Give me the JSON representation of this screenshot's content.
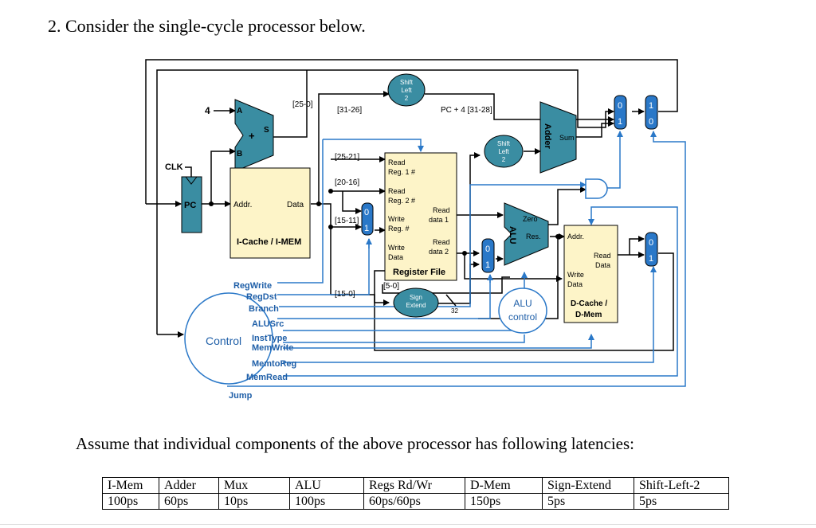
{
  "question": "2.   Consider the single-cycle processor below.",
  "assume": "Assume that individual components of the above processor has following latencies:",
  "diagram": {
    "clk": "CLK",
    "pc": "PC",
    "four": "4",
    "add_a": "A",
    "add_b": "B",
    "add_s": "S",
    "add_plus": "+",
    "imem_addr": "Addr.",
    "imem_data": "Data",
    "imem_title": "I-Cache / I-MEM",
    "b25_0": "[25-0]",
    "b31_26": "[31-26]",
    "b25_21": "[25-21]",
    "b20_16": "[20-16]",
    "b15_11": "[15-11]",
    "b15_0": "[15-0]",
    "b5_0": "[5-0]",
    "shift1_l1": "Shift",
    "shift1_l2": "Left",
    "shift1_l3": "2",
    "shift2_l1": "Shift",
    "shift2_l2": "Left",
    "shift2_l3": "2",
    "pc4": "PC + 4 [31-28]",
    "rf_read1": "Read",
    "rf_reg1": "Reg. 1 #",
    "rf_read2": "Read",
    "rf_reg2": "Reg. 2 #",
    "rf_write": "Write",
    "rf_wreg": "Reg. #",
    "rf_wdata1": "Write",
    "rf_wdata2": "Data",
    "rf_rd1a": "Read",
    "rf_rd1b": "data 1",
    "rf_rd2a": "Read",
    "rf_rd2b": "data 2",
    "rf_title": "Register File",
    "sign1": "Sign",
    "sign2": "Extend",
    "slash_label": "32",
    "alu": "ALU",
    "alu_zero": "Zero",
    "alu_res": "Res.",
    "alu_ctrl1": "ALU",
    "alu_ctrl2": "control",
    "adder": "Adder",
    "sum": "Sum",
    "dmem_addr": "Addr.",
    "dmem_read1": "Read",
    "dmem_read2": "Data",
    "dmem_write1": "Write",
    "dmem_write2": "Data",
    "dmem_title1": "D-Cache /",
    "dmem_title2": "D-Mem",
    "control": "Control",
    "mux0": "0",
    "mux1": "1",
    "signals": {
      "regwrite": "RegWrite",
      "regdst": "RegDst",
      "branch": "Branch",
      "alusrc": "ALUSrc",
      "insttype": "InstType",
      "memwrite": "MemWrite",
      "memtoreg": "MemtoReg",
      "memread": "MemRead",
      "jump": "Jump"
    }
  },
  "latency_table": {
    "headers": [
      "I-Mem",
      "Adder",
      "Mux",
      "ALU",
      "Regs Rd/Wr",
      "D-Mem",
      "Sign-Extend",
      "Shift-Left-2"
    ],
    "values": [
      "100ps",
      "60ps",
      "10ps",
      "100ps",
      "60ps/60ps",
      "150ps",
      "5ps",
      "5ps"
    ]
  }
}
